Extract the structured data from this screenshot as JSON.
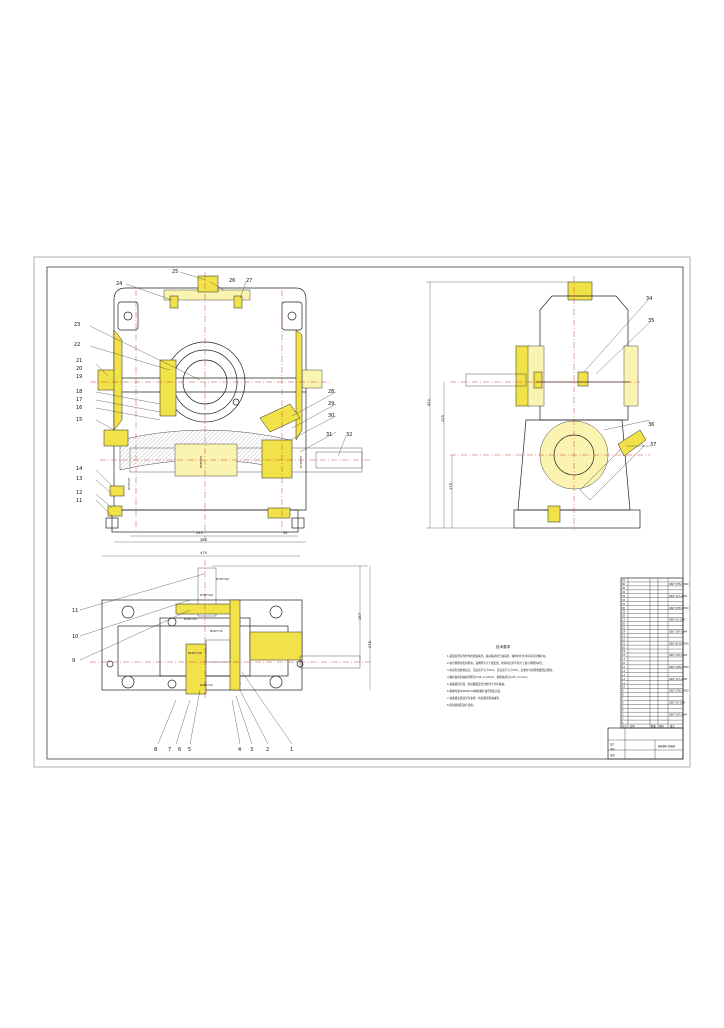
{
  "drawing": {
    "front_view_labels": [
      "23",
      "22",
      "21",
      "20",
      "19",
      "18",
      "17",
      "16",
      "15",
      "14",
      "13",
      "12",
      "11",
      "24",
      "25",
      "26",
      "27",
      "28",
      "29",
      "30",
      "31",
      "32"
    ],
    "top_view_labels": [
      "11",
      "10",
      "9",
      "8",
      "7",
      "6",
      "5",
      "4",
      "3",
      "2",
      "1"
    ],
    "side_view_labels": [
      "34",
      "35",
      "36",
      "37"
    ],
    "dimensions": {
      "front_width_1": "240",
      "front_width_2": "388",
      "front_side_small": "34",
      "top_total": "479",
      "top_right_1": "167",
      "top_right_2": "278",
      "side_height_total": "420",
      "side_height_upper": "225",
      "side_height_lower": "175",
      "fit_1": "Φ35H7/k6",
      "fit_2": "Φ40H7/r6",
      "fit_3": "Φ52H7/r6",
      "fit_4": "Φ47H7/f7",
      "fit_5": "Φ52H7/m6",
      "fit_6": "Φ40H7/r6",
      "fit_7": "Φ35H7/k6",
      "fit_8": "Φ72H7/f7",
      "fit_9": "Φ85H7/f7"
    }
  },
  "notes": {
    "title": "技术要求",
    "lines": [
      "1.装配前所有零件均用煤油清洗，滚动轴承用汽油清洗，箱体内不允许有任何杂物存在。",
      "2.啮合侧隙用铅丝检验，其侧隙不小于规定值，检验时铅丝不得大于最小侧隙的4倍。",
      "3.用涂色法检验斑点，沿齿高不小于55%，沿齿长不小于50%，必要时可用研磨或刮后研磨。",
      "4.蜗杆轴承的轴向间隙为0.04~0.07mm，蜗轮轴承为0.05~0.1mm。",
      "5.减速器剖分面、各接触面及密封处均不允许漏油。",
      "6.箱体内装SH0094-91蜗轮蜗杆油至规定高度。",
      "7.减速器表面涂灰色油漆，内表面涂耐油油漆。",
      "8.按试验规程进行试验。"
    ]
  },
  "title_block": {
    "row_labels": [
      "37",
      "36",
      "35",
      "34",
      "33",
      "32",
      "31",
      "30",
      "29",
      "28",
      "27",
      "26",
      "25",
      "24",
      "23",
      "22",
      "21",
      "20",
      "19",
      "18",
      "17",
      "16",
      "15",
      "14",
      "13",
      "12",
      "11",
      "10",
      "9",
      "8",
      "7",
      "6",
      "5",
      "4",
      "3",
      "2",
      "1"
    ],
    "std_refs": [
      "GB/T 5783-2000",
      "GB/T 5782-2000",
      "GB/T 6170-2000",
      "GB/T 93-1987",
      "GB/T 117-2000",
      "GB/T 276-1994",
      "GB/T 297-1994"
    ],
    "footer": [
      "序号",
      "名称",
      "数量",
      "材料",
      "备注"
    ],
    "sign_rows": [
      "设计",
      "审核",
      "批准"
    ],
    "drawing_name": "蜗轮蜗杆减速器"
  }
}
